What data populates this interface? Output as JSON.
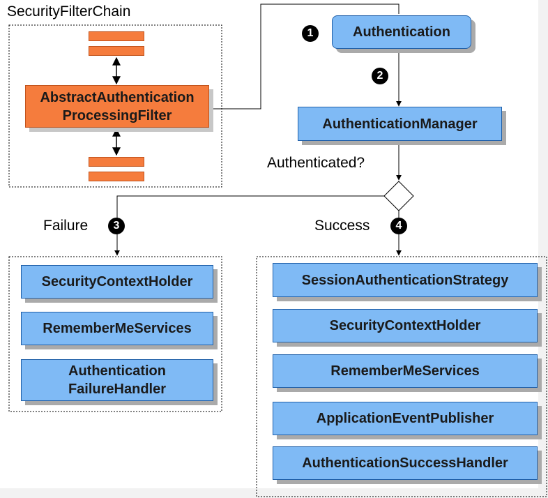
{
  "title": "SecurityFilterChain",
  "filter": {
    "label_line1": "AbstractAuthentication",
    "label_line2": "ProcessingFilter"
  },
  "authentication": {
    "label": "Authentication",
    "step": "1"
  },
  "manager": {
    "label": "AuthenticationManager",
    "step": "2"
  },
  "decision": {
    "label": "Authenticated?"
  },
  "failure": {
    "label": "Failure",
    "step": "3",
    "items": [
      "SecurityContextHolder",
      "RememberMeServices"
    ],
    "handler_line1": "Authentication",
    "handler_line2": "FailureHandler"
  },
  "success": {
    "label": "Success",
    "step": "4",
    "items": [
      "SessionAuthenticationStrategy",
      "SecurityContextHolder",
      "RememberMeServices",
      "ApplicationEventPublisher",
      "AuthenticationSuccessHandler"
    ]
  },
  "colors": {
    "blue_fill": "#7fbaf5",
    "blue_border": "#1f5fa8",
    "orange_fill": "#f57c3d",
    "shadow": "#aaaaaa"
  }
}
